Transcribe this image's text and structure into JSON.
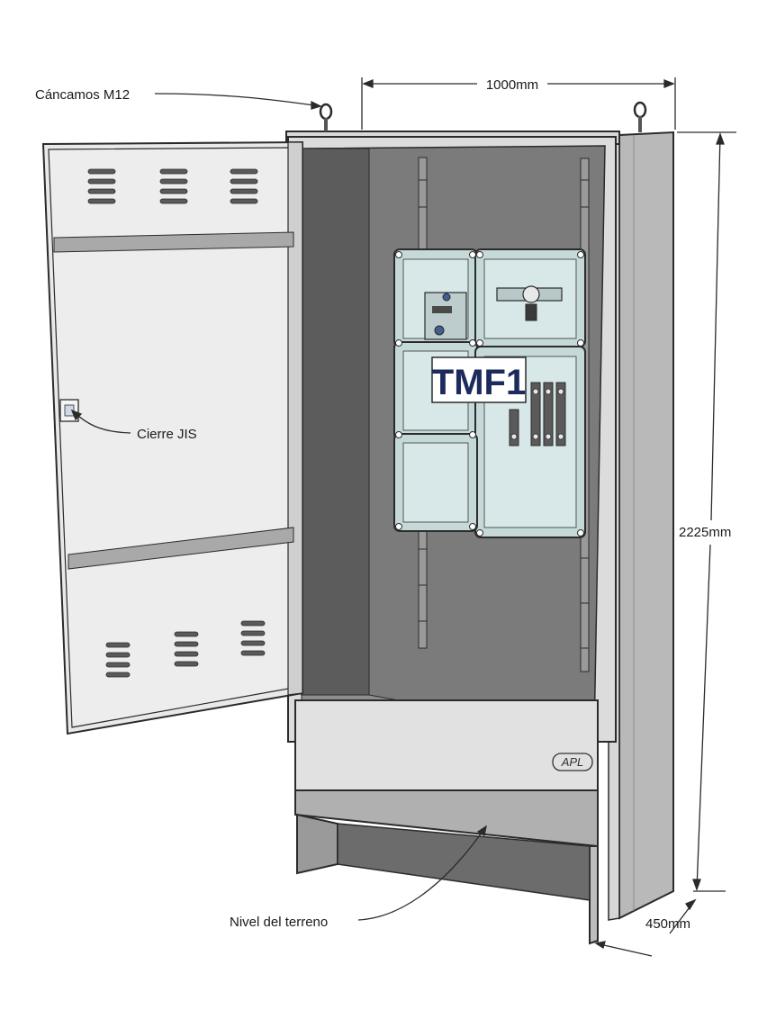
{
  "labels": {
    "eyebolts": "Cáncamos M12",
    "width": "1000mm",
    "height": "2225mm",
    "depth": "450mm",
    "lock": "Cierre JIS",
    "ground": "Nivel del terreno",
    "module": "TMF1",
    "brand": "APL"
  },
  "colors": {
    "cabinet_outline": "#2b2b2b",
    "door_panel": "#ececec",
    "interior": "#7a7a7a",
    "enclosure": "#c9dcdc",
    "module_label": "#1d2a5c"
  }
}
